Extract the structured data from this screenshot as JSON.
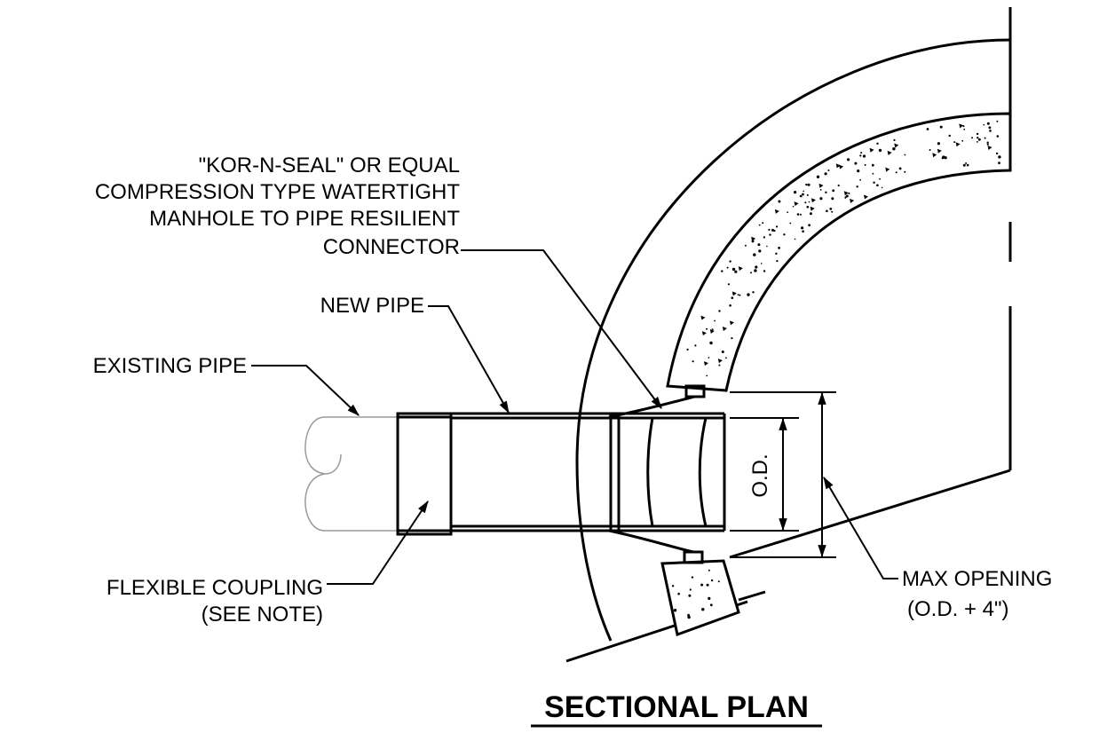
{
  "title": "SECTIONAL PLAN",
  "labels": {
    "connector_line1": "\"KOR-N-SEAL\" OR EQUAL",
    "connector_line2": "COMPRESSION TYPE WATERTIGHT",
    "connector_line3": "MANHOLE TO PIPE RESILIENT",
    "connector_line4": "CONNECTOR",
    "new_pipe": "NEW PIPE",
    "existing_pipe": "EXISTING PIPE",
    "coupling_line1": "FLEXIBLE COUPLING",
    "coupling_line2": "(SEE NOTE)",
    "max_opening_line1": "MAX OPENING",
    "max_opening_line2": "(O.D. + 4\")",
    "od": "O.D."
  },
  "colors": {
    "line": "#000000",
    "existing_pipe": "#9a9a9a",
    "background": "#ffffff"
  }
}
